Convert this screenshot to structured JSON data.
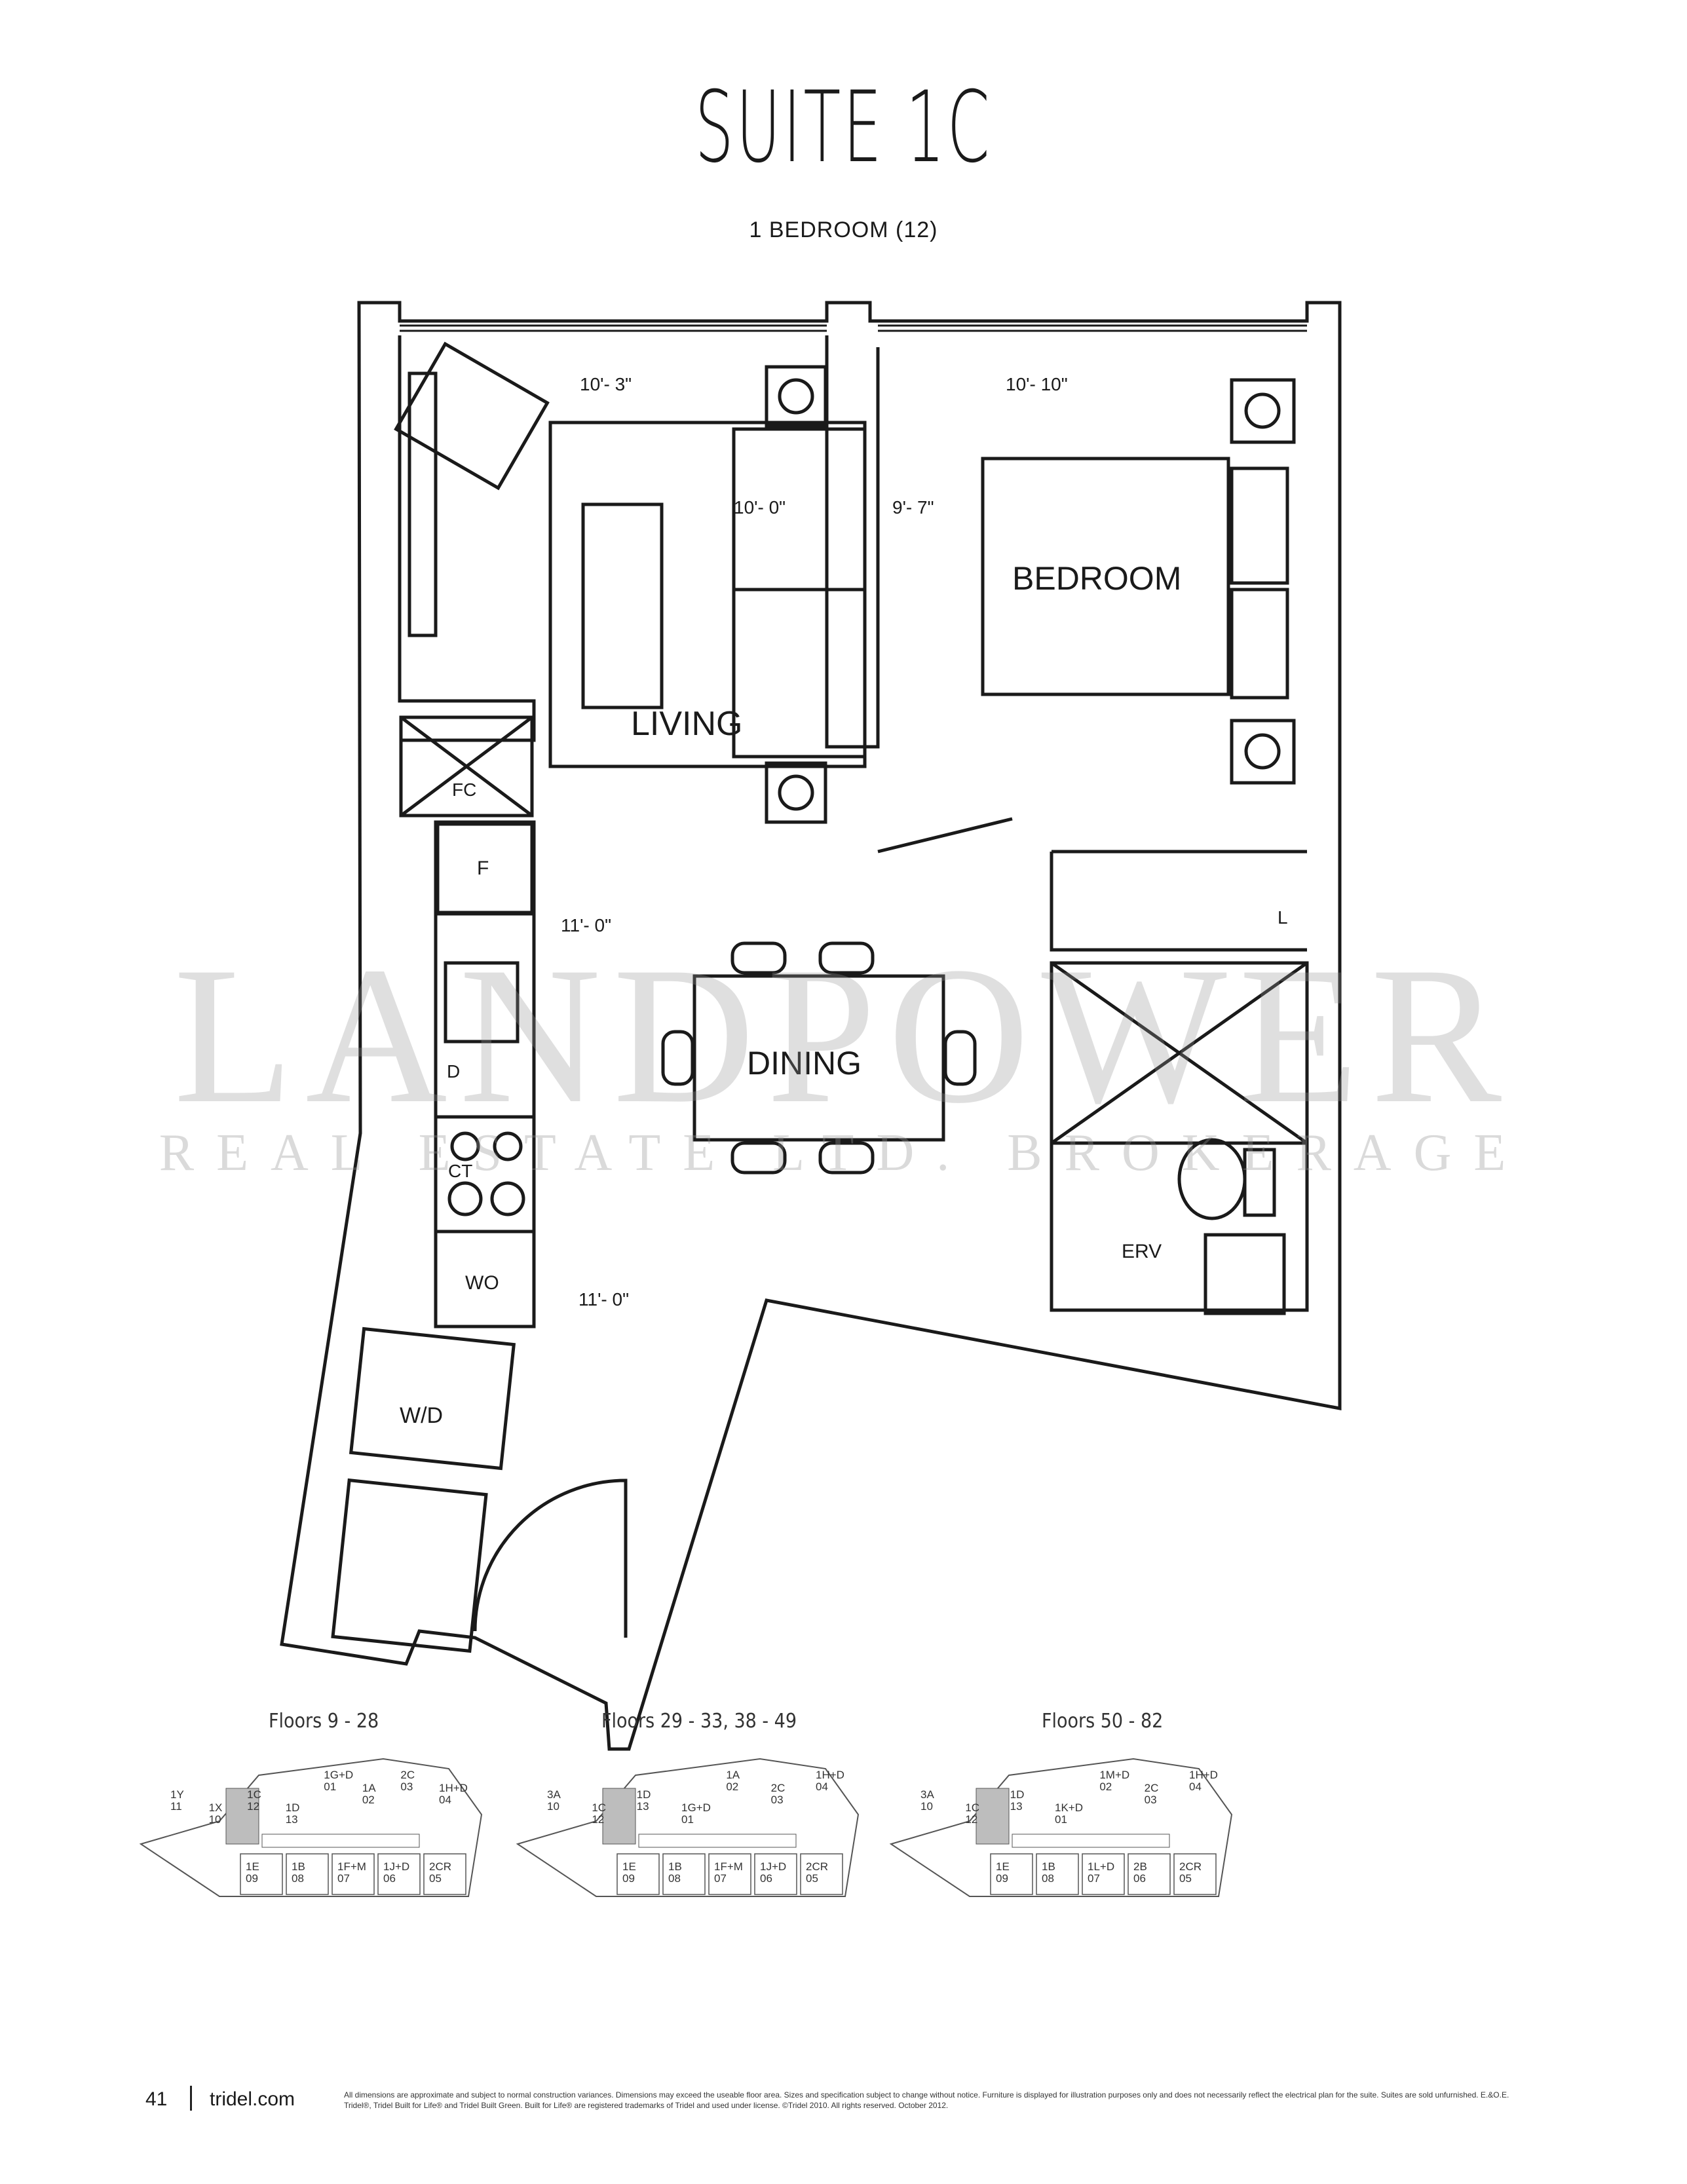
{
  "title": "SUITE 1C",
  "subtitle": "1 BEDROOM (12)",
  "rooms": {
    "living": "LIVING",
    "bedroom": "BEDROOM",
    "dining": "DINING"
  },
  "fixtures": {
    "fc": "FC",
    "f": "F",
    "d": "D",
    "ct": "CT",
    "wo": "WO",
    "wd": "W/D",
    "erv": "ERV",
    "l": "L"
  },
  "dimensions": {
    "living_width": "10'- 3\"",
    "living_depth": "10'- 0\"",
    "living_side": "9'- 7\"",
    "bedroom_width": "10'- 10\"",
    "kitchen_a": "11'- 0\"",
    "kitchen_b": "11'- 0\""
  },
  "watermark": {
    "line1": "LANDPOWER",
    "line2": "REAL ESTATE LTD. BROKERAGE"
  },
  "keyplans": [
    {
      "caption": "Floors 9 - 28",
      "units": [
        "1Y 11",
        "1X 10",
        "1C 12",
        "1D 13",
        "1G+D 01",
        "1A 02",
        "2C 03",
        "1H+D 04",
        "1E 09",
        "1B 08",
        "1F+M 07",
        "1J+D 06",
        "2CR 05"
      ]
    },
    {
      "caption": "Floors 29 - 33, 38 - 49",
      "units": [
        "3A 10",
        "1C 12",
        "1D 13",
        "1G+D 01",
        "1A 02",
        "2C 03",
        "1H+D 04",
        "1E 09",
        "1B 08",
        "1F+M 07",
        "1J+D 06",
        "2CR 05"
      ]
    },
    {
      "caption": "Floors 50 - 82",
      "units": [
        "3A 10",
        "1C 12",
        "1D 13",
        "1K+D 01",
        "1M+D 02",
        "2C 03",
        "1H+D 04",
        "1E 09",
        "1B 08",
        "1L+D 07",
        "2B 06",
        "2CR 05"
      ]
    }
  ],
  "highlight_color": "#bdbdbd",
  "footer": {
    "page_number": "41",
    "site": "tridel.com",
    "disclaimer": "All dimensions are approximate and subject to normal construction variances. Dimensions may exceed the useable floor area. Sizes and specification subject to change without notice. Furniture is displayed for illustration purposes only and does not necessarily reflect the electrical plan for the suite. Suites are sold unfurnished. E.&O.E. Tridel®, Tridel Built for Life® and Tridel Built Green. Built for Life® are registered trademarks of Tridel and used under license. ©Tridel 2010. All rights reserved. October 2012."
  }
}
